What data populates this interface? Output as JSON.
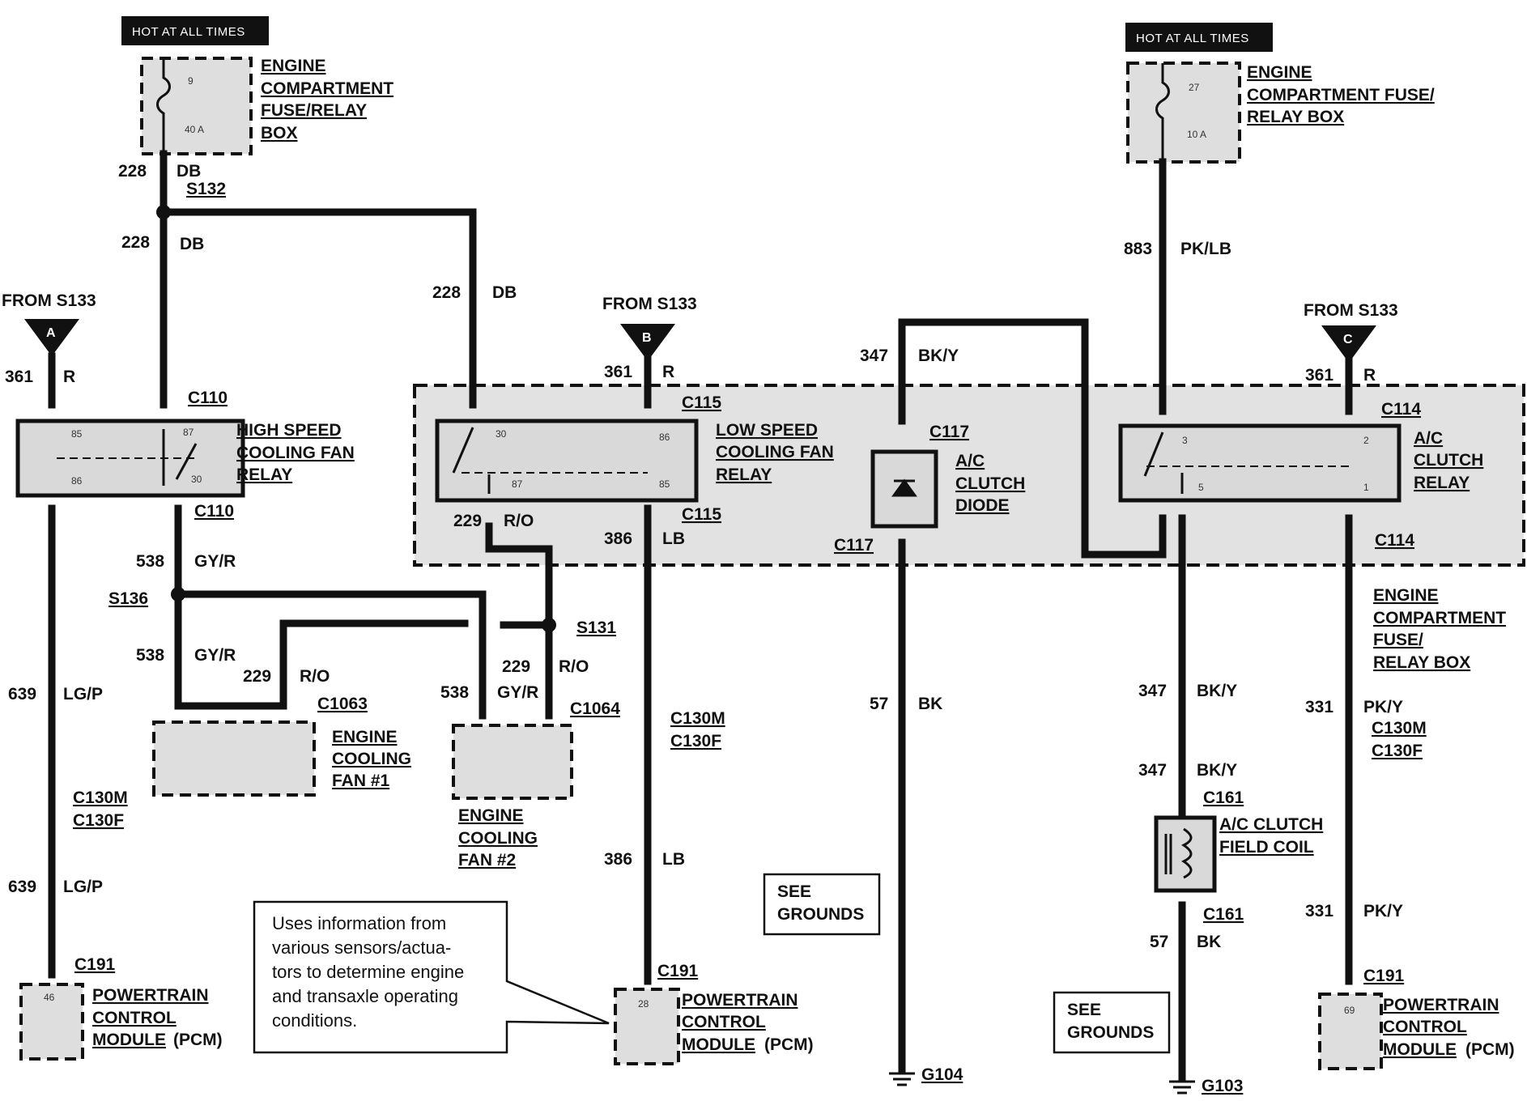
{
  "hot_labels": [
    "HOT AT ALL TIMES",
    "HOT AT ALL TIMES"
  ],
  "fuse_box_left": {
    "title": [
      "ENGINE",
      "COMPARTMENT",
      "FUSE/RELAY",
      "BOX"
    ],
    "fuse_no": "9",
    "amps": "40 A"
  },
  "fuse_box_right": {
    "title": [
      "ENGINE",
      "COMPARTMENT FUSE/",
      "RELAY BOX"
    ],
    "fuse_no": "27",
    "amps": "10 A"
  },
  "from_labels": [
    "FROM S133",
    "FROM S133",
    "FROM S133"
  ],
  "markers": [
    "A",
    "B",
    "C"
  ],
  "splices": {
    "s132": "S132",
    "s136": "S136",
    "s131": "S131"
  },
  "connectors": {
    "c110_top": "C110",
    "c110_bot": "C110",
    "c115_top": "C115",
    "c115_bot": "C115",
    "c117_top": "C117",
    "c117_bot": "C117",
    "c114_top": "C114",
    "c114_bot": "C114",
    "c1063": "C1063",
    "c1064": "C1064",
    "c130_left_m": "C130M",
    "c130_left_f": "C130F",
    "c130_mid_m": "C130M",
    "c130_mid_f": "C130F",
    "c130_right_m": "C130M",
    "c130_right_f": "C130F",
    "c161_top": "C161",
    "c161_bot": "C161",
    "c191_left": "C191",
    "c191_mid": "C191",
    "c191_right": "C191"
  },
  "relays": {
    "high": {
      "title": [
        "HIGH SPEED",
        "COOLING FAN",
        "RELAY"
      ],
      "pins": [
        "85",
        "86",
        "87",
        "30"
      ]
    },
    "low": {
      "title": [
        "LOW SPEED",
        "COOLING FAN",
        "RELAY"
      ],
      "pins": [
        "30",
        "87",
        "86",
        "85"
      ]
    },
    "ac": {
      "title": [
        "A/C",
        "CLUTCH",
        "RELAY"
      ],
      "pins": [
        "3",
        "5",
        "2",
        "1"
      ]
    }
  },
  "diode": {
    "title": [
      "A/C",
      "CLUTCH",
      "DIODE"
    ]
  },
  "fans": {
    "fan1": [
      "ENGINE",
      "COOLING",
      "FAN #1"
    ],
    "fan2": [
      "ENGINE",
      "COOLING",
      "FAN #2"
    ]
  },
  "engine_box_right": [
    "ENGINE",
    "COMPARTMENT",
    "FUSE/",
    "RELAY BOX"
  ],
  "field_coil": [
    "A/C CLUTCH",
    "FIELD COIL"
  ],
  "pcm": {
    "lines": [
      "POWERTRAIN",
      "CONTROL",
      "MODULE",
      "(PCM)"
    ],
    "pins": [
      "46",
      "28",
      "69"
    ]
  },
  "see_grounds": [
    "SEE",
    "GROUNDS"
  ],
  "grounds": {
    "g104": "G104",
    "g103": "G103"
  },
  "note": [
    "Uses information from",
    "various  sensors/actua-",
    "tors to determine engine",
    "and transaxle operating",
    "conditions."
  ],
  "circuits": {
    "c228a": "228",
    "c228a_col": "DB",
    "c228b": "228",
    "c228b_col": "DB",
    "c228c": "228",
    "c228c_col": "DB",
    "c361a": "361",
    "c361a_col": "R",
    "c361b": "361",
    "c361b_col": "R",
    "c361c": "361",
    "c361c_col": "R",
    "c883": "883",
    "c883_col": "PK/LB",
    "c347a": "347",
    "c347a_col": "BK/Y",
    "c538a": "538",
    "c538a_col": "GY/R",
    "c538b": "538",
    "c538b_col": "GY/R",
    "c538c": "538",
    "c538c_col": "GY/R",
    "c229a": "229",
    "c229a_col": "R/O",
    "c229b": "229",
    "c229b_col": "R/O",
    "c229c": "229",
    "c229c_col": "R/O",
    "c386a": "386",
    "c386a_col": "LB",
    "c386b": "386",
    "c386b_col": "LB",
    "c639a": "639",
    "c639a_col": "LG/P",
    "c639b": "639",
    "c639b_col": "LG/P",
    "c57a": "57",
    "c57a_col": "BK",
    "c57b": "57",
    "c57b_col": "BK",
    "c347b": "347",
    "c347b_col": "BK/Y",
    "c347c": "347",
    "c347c_col": "BK/Y",
    "c331a": "331",
    "c331a_col": "PK/Y",
    "c331b": "331",
    "c331b_col": "PK/Y"
  }
}
